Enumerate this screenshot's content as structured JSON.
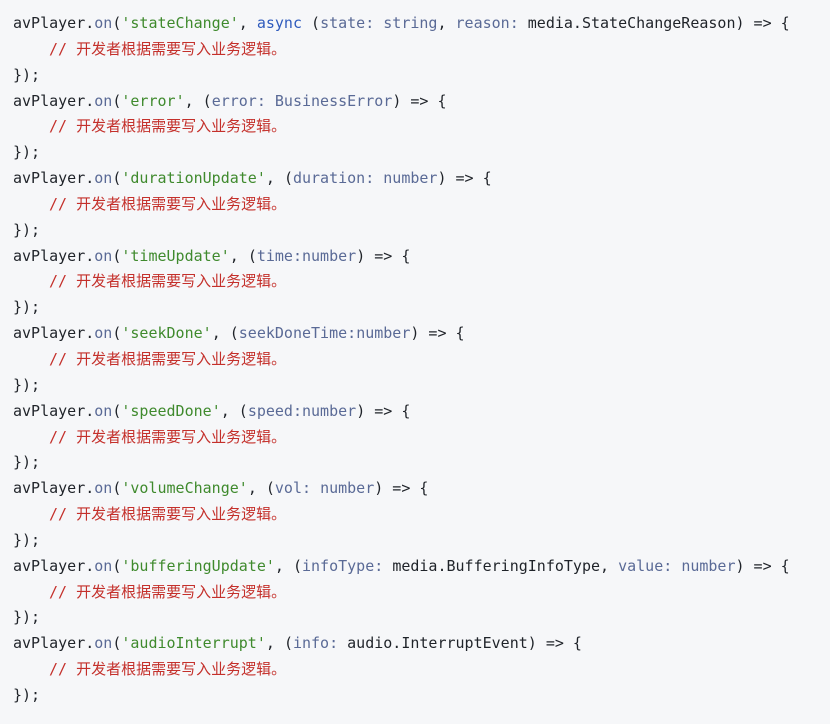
{
  "code": {
    "blocks": [
      {
        "object": "avPlayer",
        "method": "on",
        "event": "stateChange",
        "prefix": "async ",
        "params": [
          {
            "name": "state",
            "type": "string"
          },
          {
            "name": "reason",
            "type": "media.StateChangeReason"
          }
        ],
        "comment": "// 开发者根据需要写入业务逻辑。",
        "close": "});"
      },
      {
        "object": "avPlayer",
        "method": "on",
        "event": "error",
        "prefix": "",
        "params": [
          {
            "name": "error",
            "type": "BusinessError"
          }
        ],
        "comment": "// 开发者根据需要写入业务逻辑。",
        "close": "});"
      },
      {
        "object": "avPlayer",
        "method": "on",
        "event": "durationUpdate",
        "prefix": "",
        "params": [
          {
            "name": "duration",
            "type": "number"
          }
        ],
        "comment": "// 开发者根据需要写入业务逻辑。",
        "close": "});"
      },
      {
        "object": "avPlayer",
        "method": "on",
        "event": "timeUpdate",
        "prefix": "",
        "params": [
          {
            "name": "time",
            "type": "number",
            "compact": true
          }
        ],
        "comment": "// 开发者根据需要写入业务逻辑。",
        "close": "});"
      },
      {
        "object": "avPlayer",
        "method": "on",
        "event": "seekDone",
        "prefix": "",
        "params": [
          {
            "name": "seekDoneTime",
            "type": "number",
            "compact": true
          }
        ],
        "comment": "// 开发者根据需要写入业务逻辑。",
        "close": "});"
      },
      {
        "object": "avPlayer",
        "method": "on",
        "event": "speedDone",
        "prefix": "",
        "params": [
          {
            "name": "speed",
            "type": "number",
            "compact": true
          }
        ],
        "comment": "// 开发者根据需要写入业务逻辑。",
        "close": "});"
      },
      {
        "object": "avPlayer",
        "method": "on",
        "event": "volumeChange",
        "prefix": "",
        "params": [
          {
            "name": "vol",
            "type": "number"
          }
        ],
        "comment": "// 开发者根据需要写入业务逻辑。",
        "close": "});"
      },
      {
        "object": "avPlayer",
        "method": "on",
        "event": "bufferingUpdate",
        "prefix": "",
        "params": [
          {
            "name": "infoType",
            "type": "media.BufferingInfoType"
          },
          {
            "name": "value",
            "type": "number"
          }
        ],
        "comment": "// 开发者根据需要写入业务逻辑。",
        "close": "});"
      },
      {
        "object": "avPlayer",
        "method": "on",
        "event": "audioInterrupt",
        "prefix": "",
        "params": [
          {
            "name": "info",
            "type": "audio.InterruptEvent"
          }
        ],
        "comment": "// 开发者根据需要写入业务逻辑。",
        "close": "});"
      }
    ]
  }
}
